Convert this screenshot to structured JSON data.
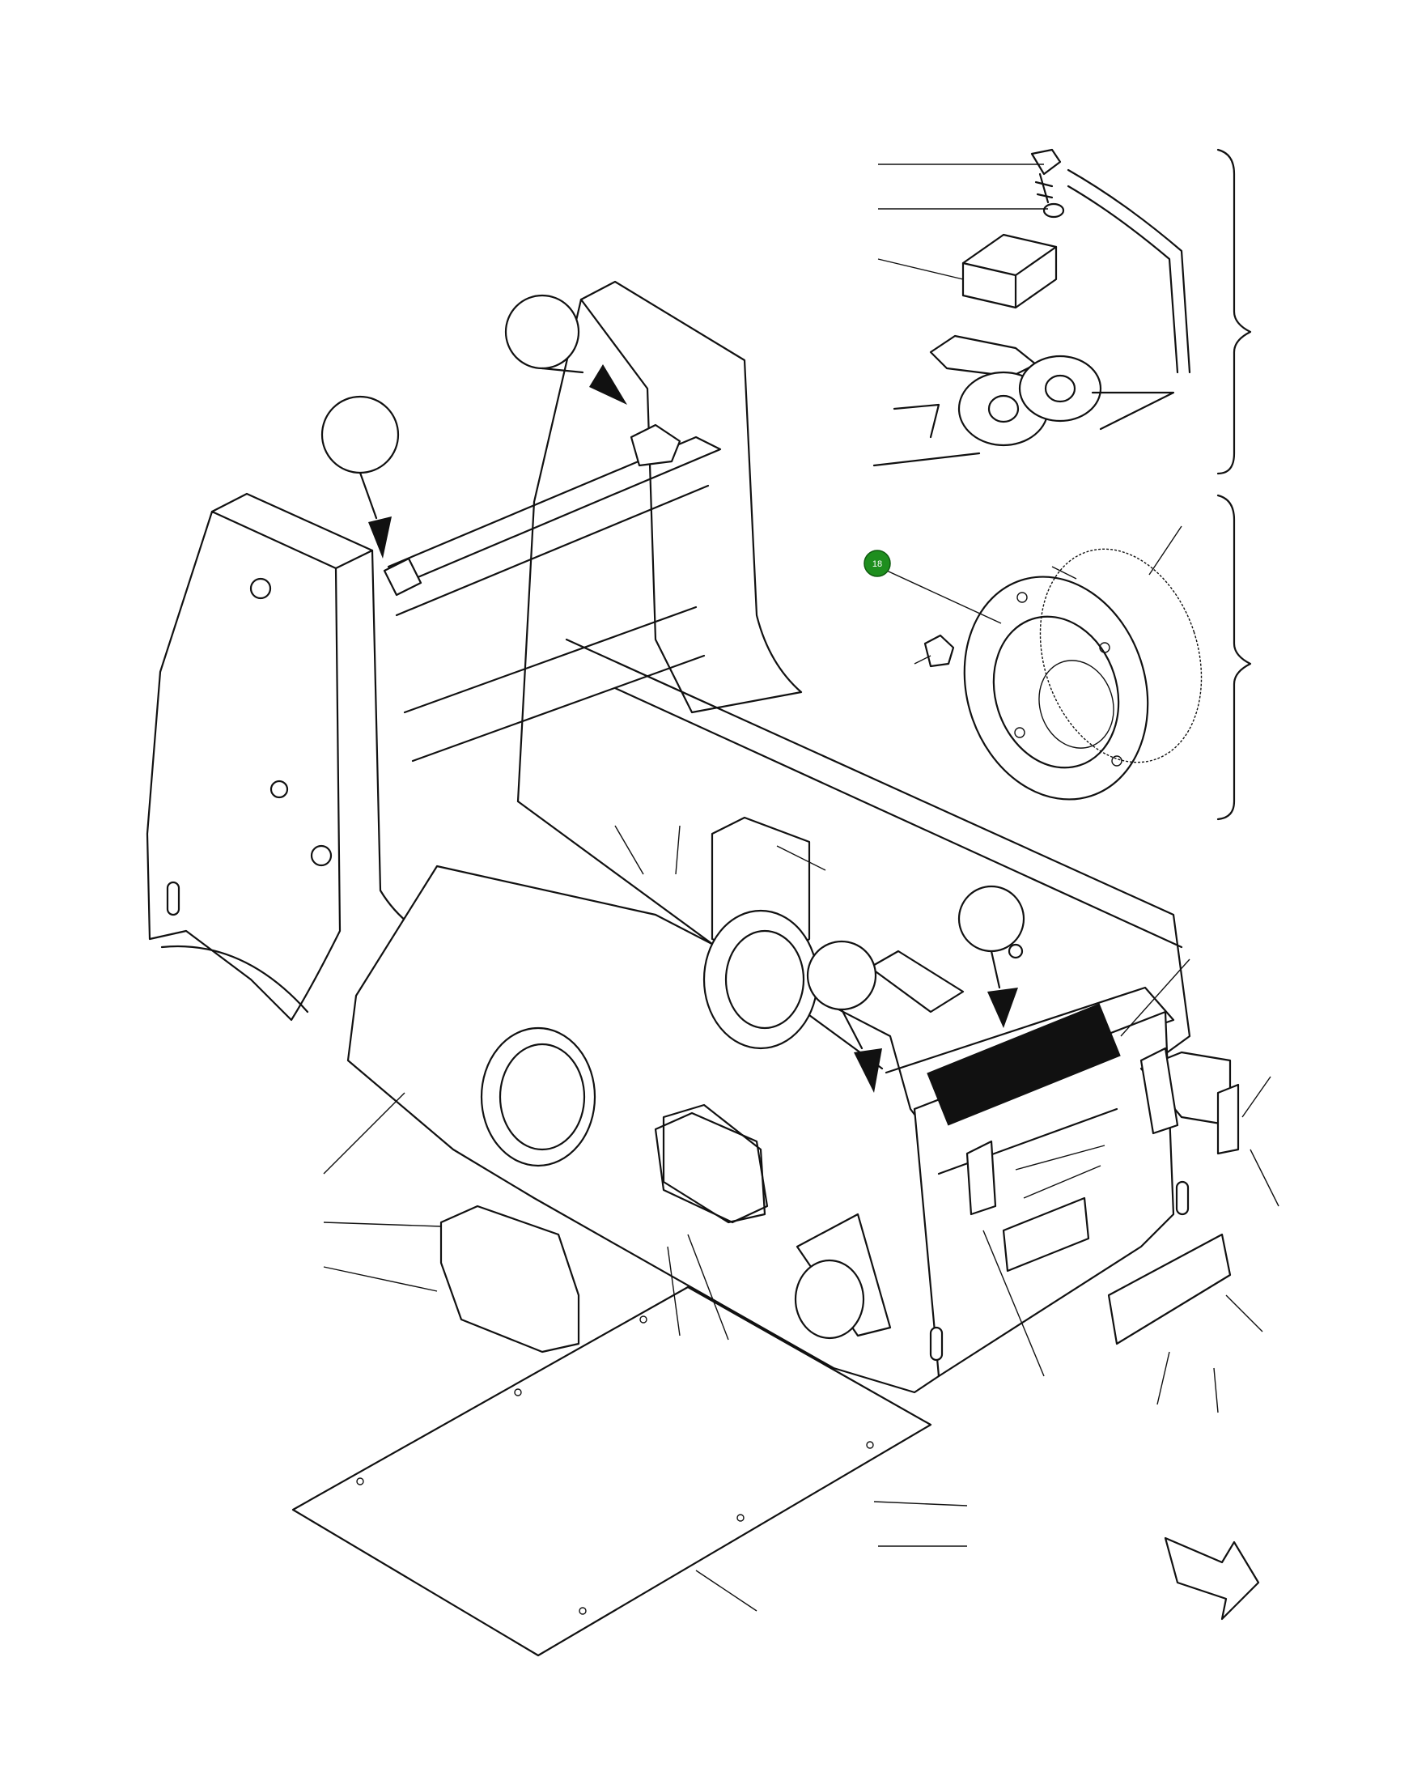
{
  "diagram": {
    "callouts": [
      {
        "number": "18",
        "color": "#1e8e1e"
      }
    ],
    "icons": [
      "pointer-balloon",
      "direction-arrow"
    ]
  }
}
